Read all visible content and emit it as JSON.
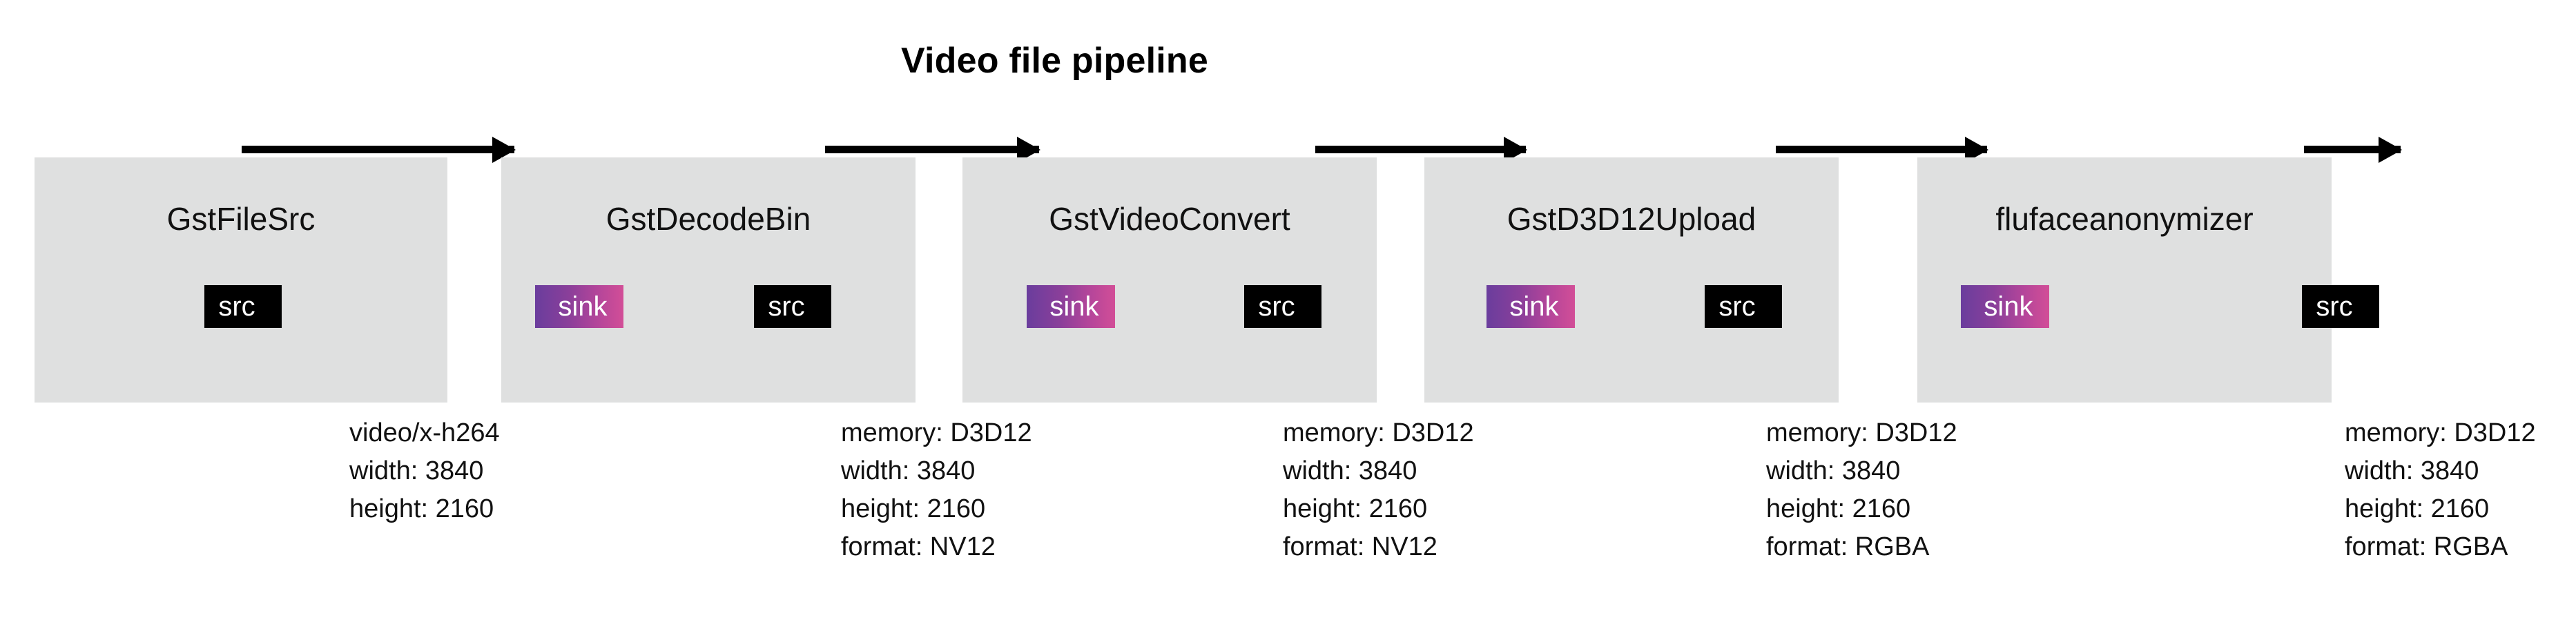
{
  "title": "Video file pipeline",
  "elements": [
    {
      "name": "GstFileSrc",
      "pads": [
        {
          "label": "src",
          "kind": "src"
        }
      ]
    },
    {
      "name": "GstDecodeBin",
      "pads": [
        {
          "label": "sink",
          "kind": "sink"
        },
        {
          "label": "src",
          "kind": "src"
        }
      ]
    },
    {
      "name": "GstVideoConvert",
      "pads": [
        {
          "label": "sink",
          "kind": "sink"
        },
        {
          "label": "src",
          "kind": "src"
        }
      ]
    },
    {
      "name": "GstD3D12Upload",
      "pads": [
        {
          "label": "sink",
          "kind": "sink"
        },
        {
          "label": "src",
          "kind": "src"
        }
      ]
    },
    {
      "name": "flufaceanonymizer",
      "pads": [
        {
          "label": "sink",
          "kind": "sink"
        },
        {
          "label": "src",
          "kind": "src"
        }
      ]
    }
  ],
  "caps": [
    {
      "lines": [
        "video/x-h264",
        "width: 3840",
        "height: 2160"
      ]
    },
    {
      "lines": [
        "memory: D3D12",
        "width: 3840",
        "height: 2160",
        "format: NV12"
      ]
    },
    {
      "lines": [
        "memory: D3D12",
        "width: 3840",
        "height: 2160",
        "format: NV12"
      ]
    },
    {
      "lines": [
        "memory: D3D12",
        "width: 3840",
        "height: 2160",
        "format: RGBA"
      ]
    },
    {
      "lines": [
        "memory: D3D12",
        "width: 3840",
        "height: 2160",
        "format: RGBA"
      ]
    }
  ],
  "colors": {
    "box_background": "#dfe0e0",
    "src_pad": "#000000",
    "sink_pad_start": "#6a3d9d",
    "sink_pad_end": "#d24e97",
    "arrow": "#000000",
    "text": "#111111",
    "page_background": "#ffffff"
  }
}
